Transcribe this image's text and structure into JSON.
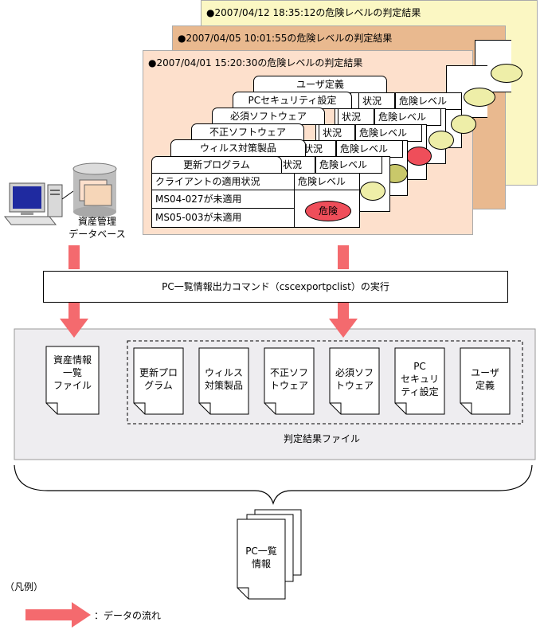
{
  "snapshots": [
    {
      "title": "●2007/04/12 18:35:12の危険レベルの判定結果"
    },
    {
      "title": "●2007/04/05 10:01:55の危険レベルの判定結果"
    },
    {
      "title": "●2007/04/01 15:20:30の危険レベルの判定結果"
    }
  ],
  "tabs": [
    "ユーザ定義",
    "PCセキュリティ設定",
    "必須ソフトウェア",
    "不正ソフトウェア",
    "ウィルス対策製品",
    "更新プログラム"
  ],
  "table": {
    "header_left": "クライアントの適用状況",
    "header_right": "危険レベル",
    "rows": [
      "MS04-027が未適用",
      "MS05-003が未適用"
    ],
    "level": "危険",
    "peek_status": "状況",
    "peek_level": "危険レベル"
  },
  "database": {
    "label_line1": "資産管理",
    "label_line2": "データベース"
  },
  "command": {
    "label": "PC一覧情報出力コマンド（cscexportpclist）の実行"
  },
  "output_files": {
    "asset": [
      "資産情報",
      "一覧",
      "ファイル"
    ],
    "judgment": [
      [
        "更新プロ",
        "グラム"
      ],
      [
        "ウィルス",
        "対策製品"
      ],
      [
        "不正ソフ",
        "トウェア"
      ],
      [
        "必須ソフ",
        "トウェア"
      ],
      [
        "PC",
        "セキュリ",
        "ティ設定"
      ],
      [
        "ユーザ",
        "定義"
      ]
    ],
    "judgment_caption": "判定結果ファイル"
  },
  "pc_list": {
    "line1": "PC一覧",
    "line2": "情報"
  },
  "legend": {
    "title": "（凡例）",
    "arrow_label": "：データの流れ"
  },
  "colors": {
    "panel_back": "#fbf7c3",
    "panel_mid": "#e9b98f",
    "panel_front": "#fde0cc",
    "danger": "#ef4e5a",
    "caution": "#eeeea8",
    "caution_dark": "#c9c86a",
    "arrow": "#f46a6e",
    "process_area": "#eeedf0"
  }
}
